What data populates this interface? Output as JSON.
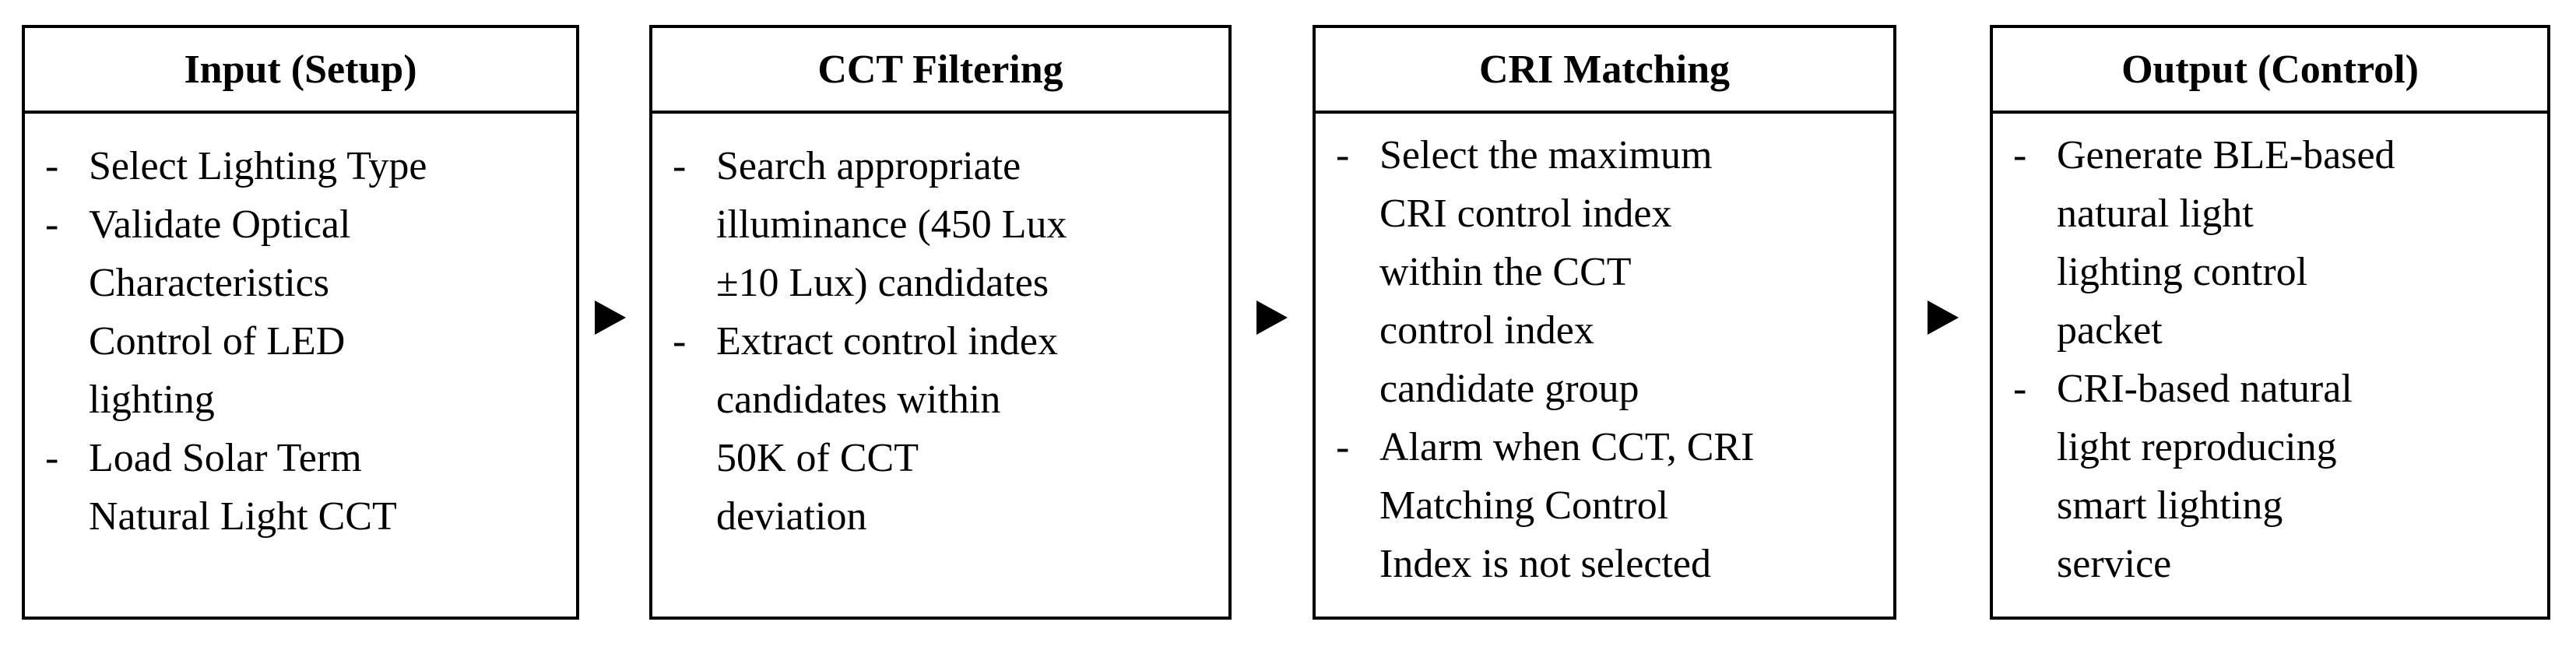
{
  "boxes": [
    {
      "title": "Input (Setup)",
      "items": [
        {
          "bullet": "- ",
          "lines": [
            "Select Lighting Type"
          ]
        },
        {
          "bullet": "- ",
          "lines": [
            "Validate Optical",
            "Characteristics",
            "Control of LED",
            "lighting"
          ]
        },
        {
          "bullet": "- ",
          "lines": [
            "Load Solar Term",
            "Natural Light CCT"
          ]
        }
      ]
    },
    {
      "title": "CCT Filtering",
      "items": [
        {
          "bullet": "- ",
          "lines": [
            "Search appropriate",
            "illuminance (450 Lux",
            "±10 Lux) candidates"
          ]
        },
        {
          "bullet": "- ",
          "lines": [
            "Extract control index",
            "candidates within",
            "50K of CCT",
            "deviation"
          ]
        }
      ]
    },
    {
      "title": "CRI Matching",
      "items": [
        {
          "bullet": "- ",
          "lines": [
            "Select the maximum",
            "CRI control index",
            "within the CCT",
            "control index",
            "candidate group"
          ]
        },
        {
          "bullet": "- ",
          "lines": [
            "Alarm when CCT, CRI",
            "Matching Control",
            "Index is not selected"
          ]
        }
      ]
    },
    {
      "title": "Output (Control)",
      "items": [
        {
          "bullet": "- ",
          "lines": [
            "Generate BLE-based",
            "natural light",
            "lighting control",
            "packet"
          ]
        },
        {
          "bullet": "- ",
          "lines": [
            "CRI-based natural",
            "light reproducing",
            "smart lighting",
            "service"
          ]
        }
      ]
    }
  ],
  "arrow_icon": "right-triangle-arrow-icon",
  "colors": {
    "stroke": "#000000",
    "background": "#ffffff"
  }
}
